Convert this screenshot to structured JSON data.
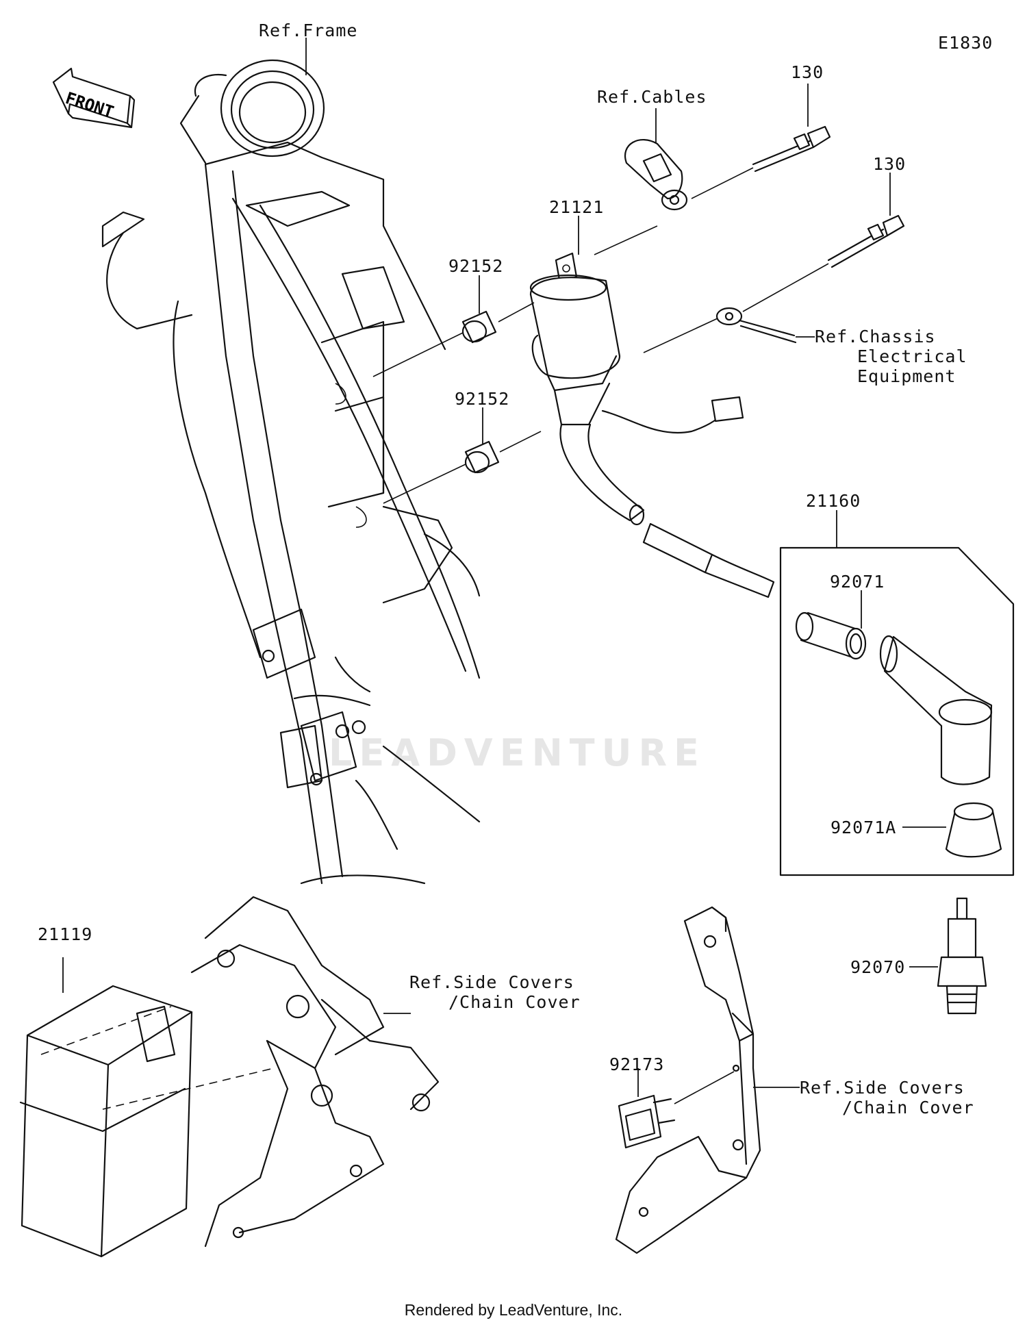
{
  "diagram_code": "E1830",
  "front_label": "FRONT",
  "watermark": "LEADVENTURE",
  "footer": "Rendered by LeadVenture, Inc.",
  "labels": {
    "ref_frame": "Ref.Frame",
    "ref_cables": "Ref.Cables",
    "bolt_130_a": "130",
    "bolt_130_b": "130",
    "coil_21121": "21121",
    "collar_92152_a": "92152",
    "collar_92152_b": "92152",
    "ref_chassis_1": "Ref.Chassis",
    "ref_chassis_2": "Electrical",
    "ref_chassis_3": "Equipment",
    "cap_assy_21160": "21160",
    "cap_92071": "92071",
    "cap_92071a": "92071A",
    "plug_92070": "92070",
    "cdi_21119": "21119",
    "ref_side_covers_a_1": "Ref.Side Covers",
    "ref_side_covers_a_2": "/Chain Cover",
    "clamp_92173": "92173",
    "ref_side_covers_b_1": "Ref.Side Covers",
    "ref_side_covers_b_2": "/Chain Cover"
  }
}
